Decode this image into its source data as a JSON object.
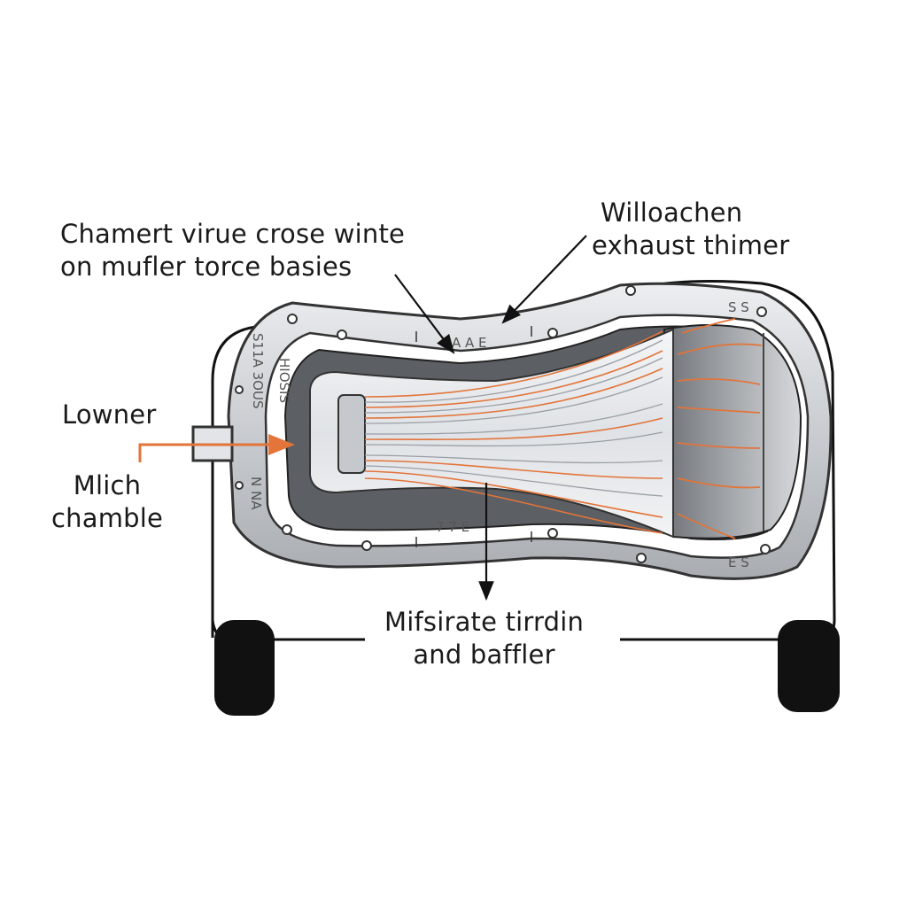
{
  "colors": {
    "background": "#ffffff",
    "outline": "#111111",
    "casing": "#d3d5d8",
    "casing_dark": "#8c8f93",
    "inner_dark": "#5c5f63",
    "flow_orange": "#e3743a",
    "arrow_orange": "#e3743a",
    "tire": "#111111"
  },
  "labels": {
    "top_left": [
      "Chamert virue crose winte",
      "on mufler torce basies"
    ],
    "top_right": [
      "Willoachen",
      "exhaust thimer"
    ],
    "left_upper": [
      "Lowner"
    ],
    "left_lower": [
      "Mlich",
      "chamble"
    ],
    "bottom": [
      "Mifsirate tirrdin",
      "and baffler"
    ]
  },
  "stamps": {
    "top": "A A E",
    "left_outer": "S11A 3OUS",
    "left_inner": "HIOSIS",
    "left_lower": "N NA",
    "bottom": "7 7 E",
    "right_top": "S S",
    "right_bottom": "E S"
  }
}
